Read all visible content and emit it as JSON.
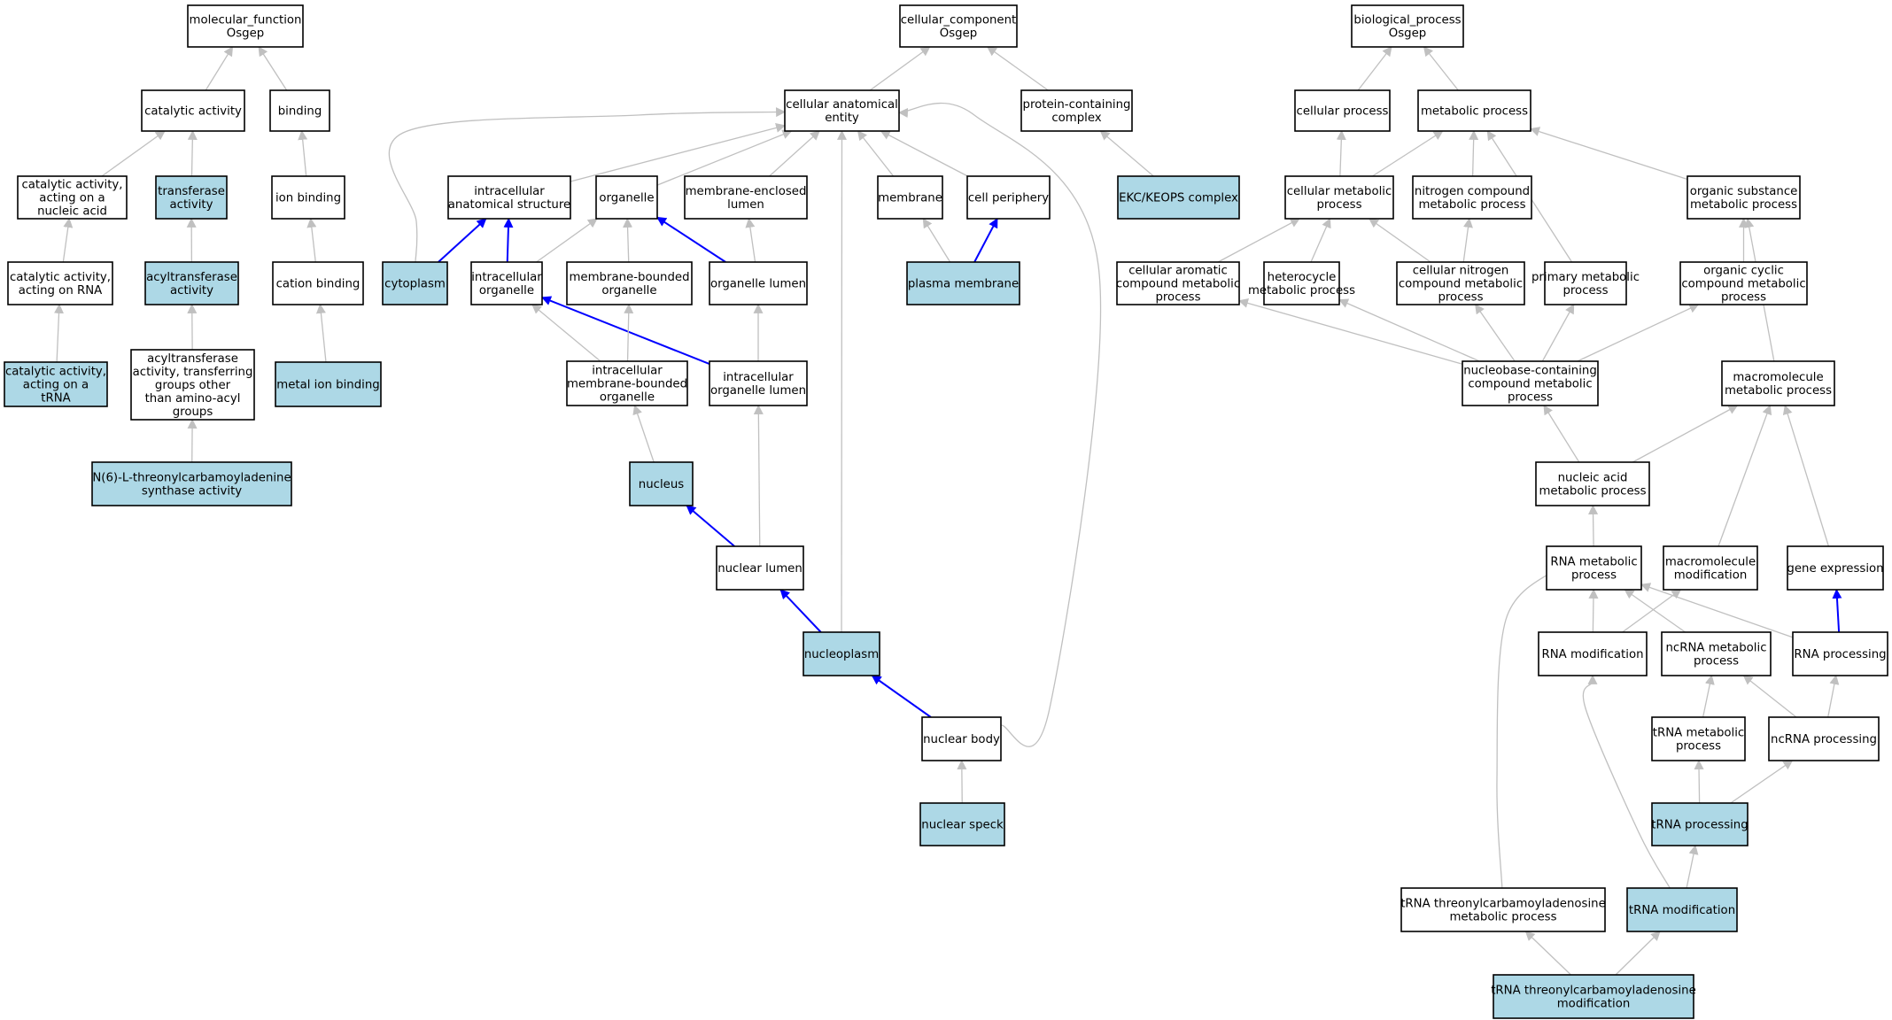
{
  "colors": {
    "highlight_fill": "#add8e6",
    "plain_fill": "#ffffff",
    "border": "#000000",
    "edge_gray": "#c0c0c0",
    "edge_blue": "#0000ff"
  },
  "nodes": [
    {
      "id": "mf_root",
      "lines": [
        "molecular_function",
        "Osgep"
      ],
      "highlight": false
    },
    {
      "id": "catalytic_activity",
      "lines": [
        "catalytic activity"
      ],
      "highlight": false
    },
    {
      "id": "binding",
      "lines": [
        "binding"
      ],
      "highlight": false
    },
    {
      "id": "cat_nucleic",
      "lines": [
        "catalytic activity,",
        "acting on a",
        "nucleic acid"
      ],
      "highlight": false
    },
    {
      "id": "transferase",
      "lines": [
        "transferase",
        "activity"
      ],
      "highlight": true
    },
    {
      "id": "ion_binding",
      "lines": [
        "ion binding"
      ],
      "highlight": false
    },
    {
      "id": "cat_rna",
      "lines": [
        "catalytic activity,",
        "acting on RNA"
      ],
      "highlight": false
    },
    {
      "id": "acyltransferase",
      "lines": [
        "acyltransferase",
        "activity"
      ],
      "highlight": true
    },
    {
      "id": "cation_binding",
      "lines": [
        "cation binding"
      ],
      "highlight": false
    },
    {
      "id": "cat_trna",
      "lines": [
        "catalytic activity,",
        "acting on a",
        "tRNA"
      ],
      "highlight": true
    },
    {
      "id": "acyl_other",
      "lines": [
        "acyltransferase",
        "activity, transferring",
        "groups other",
        "than amino-acyl",
        "groups"
      ],
      "highlight": false
    },
    {
      "id": "metal_ion",
      "lines": [
        "metal ion binding"
      ],
      "highlight": true
    },
    {
      "id": "n6_synthase",
      "lines": [
        "N(6)-L-threonylcarbamoyladenine",
        "synthase activity"
      ],
      "highlight": true
    },
    {
      "id": "cc_root",
      "lines": [
        "cellular_component",
        "Osgep"
      ],
      "highlight": false
    },
    {
      "id": "cae",
      "lines": [
        "cellular anatomical",
        "entity"
      ],
      "highlight": false
    },
    {
      "id": "pcc",
      "lines": [
        "protein-containing",
        "complex"
      ],
      "highlight": false
    },
    {
      "id": "ias",
      "lines": [
        "intracellular",
        "anatomical structure"
      ],
      "highlight": false
    },
    {
      "id": "organelle",
      "lines": [
        "organelle"
      ],
      "highlight": false
    },
    {
      "id": "mel",
      "lines": [
        "membrane-enclosed",
        "lumen"
      ],
      "highlight": false
    },
    {
      "id": "membrane",
      "lines": [
        "membrane"
      ],
      "highlight": false
    },
    {
      "id": "cell_periphery",
      "lines": [
        "cell periphery"
      ],
      "highlight": false
    },
    {
      "id": "ekc",
      "lines": [
        "EKC/KEOPS complex"
      ],
      "highlight": true
    },
    {
      "id": "cytoplasm",
      "lines": [
        "cytoplasm"
      ],
      "highlight": true
    },
    {
      "id": "io",
      "lines": [
        "intracellular",
        "organelle"
      ],
      "highlight": false
    },
    {
      "id": "mbo",
      "lines": [
        "membrane-bounded",
        "organelle"
      ],
      "highlight": false
    },
    {
      "id": "ol",
      "lines": [
        "organelle lumen"
      ],
      "highlight": false
    },
    {
      "id": "plasma_membrane",
      "lines": [
        "plasma membrane"
      ],
      "highlight": true
    },
    {
      "id": "imbo",
      "lines": [
        "intracellular",
        "membrane-bounded",
        "organelle"
      ],
      "highlight": false
    },
    {
      "id": "iol",
      "lines": [
        "intracellular",
        "organelle lumen"
      ],
      "highlight": false
    },
    {
      "id": "nucleus",
      "lines": [
        "nucleus"
      ],
      "highlight": true
    },
    {
      "id": "nuclear_lumen",
      "lines": [
        "nuclear lumen"
      ],
      "highlight": false
    },
    {
      "id": "nucleoplasm",
      "lines": [
        "nucleoplasm"
      ],
      "highlight": true
    },
    {
      "id": "nuclear_body",
      "lines": [
        "nuclear body"
      ],
      "highlight": false
    },
    {
      "id": "nuclear_speck",
      "lines": [
        "nuclear speck"
      ],
      "highlight": true
    },
    {
      "id": "bp_root",
      "lines": [
        "biological_process",
        "Osgep"
      ],
      "highlight": false
    },
    {
      "id": "cellular_process",
      "lines": [
        "cellular process"
      ],
      "highlight": false
    },
    {
      "id": "metabolic_process",
      "lines": [
        "metabolic process"
      ],
      "highlight": false
    },
    {
      "id": "cmp",
      "lines": [
        "cellular metabolic",
        "process"
      ],
      "highlight": false
    },
    {
      "id": "ncmp",
      "lines": [
        "nitrogen compound",
        "metabolic process"
      ],
      "highlight": false
    },
    {
      "id": "osmp",
      "lines": [
        "organic substance",
        "metabolic process"
      ],
      "highlight": false
    },
    {
      "id": "cacmp",
      "lines": [
        "cellular aromatic",
        "compound metabolic",
        "process"
      ],
      "highlight": false
    },
    {
      "id": "hmp",
      "lines": [
        "heterocycle",
        "metabolic process"
      ],
      "highlight": false
    },
    {
      "id": "cncmp",
      "lines": [
        "cellular nitrogen",
        "compound metabolic",
        "process"
      ],
      "highlight": false
    },
    {
      "id": "pmp",
      "lines": [
        "primary metabolic",
        "process"
      ],
      "highlight": false
    },
    {
      "id": "occmp",
      "lines": [
        "organic cyclic",
        "compound metabolic",
        "process"
      ],
      "highlight": false
    },
    {
      "id": "nbccmp",
      "lines": [
        "nucleobase-containing",
        "compound metabolic",
        "process"
      ],
      "highlight": false
    },
    {
      "id": "mmp",
      "lines": [
        "macromolecule",
        "metabolic process"
      ],
      "highlight": false
    },
    {
      "id": "namp",
      "lines": [
        "nucleic acid",
        "metabolic process"
      ],
      "highlight": false
    },
    {
      "id": "rmp",
      "lines": [
        "RNA metabolic",
        "process"
      ],
      "highlight": false
    },
    {
      "id": "mm",
      "lines": [
        "macromolecule",
        "modification"
      ],
      "highlight": false
    },
    {
      "id": "ge",
      "lines": [
        "gene expression"
      ],
      "highlight": false
    },
    {
      "id": "rm",
      "lines": [
        "RNA modification"
      ],
      "highlight": false
    },
    {
      "id": "ncrmp",
      "lines": [
        "ncRNA metabolic",
        "process"
      ],
      "highlight": false
    },
    {
      "id": "rp",
      "lines": [
        "RNA processing"
      ],
      "highlight": false
    },
    {
      "id": "trmp",
      "lines": [
        "tRNA metabolic",
        "process"
      ],
      "highlight": false
    },
    {
      "id": "ncrp",
      "lines": [
        "ncRNA processing"
      ],
      "highlight": false
    },
    {
      "id": "trp",
      "lines": [
        "tRNA processing"
      ],
      "highlight": true
    },
    {
      "id": "ttmp",
      "lines": [
        "tRNA threonylcarbamoyladenosine",
        "metabolic process"
      ],
      "highlight": false
    },
    {
      "id": "trm",
      "lines": [
        "tRNA modification"
      ],
      "highlight": true
    },
    {
      "id": "ttm",
      "lines": [
        "tRNA threonylcarbamoyladenosine",
        "modification"
      ],
      "highlight": true
    }
  ],
  "edges": [
    {
      "from": "catalytic_activity",
      "to": "mf_root",
      "kind": "is_a"
    },
    {
      "from": "binding",
      "to": "mf_root",
      "kind": "is_a"
    },
    {
      "from": "cat_nucleic",
      "to": "catalytic_activity",
      "kind": "is_a"
    },
    {
      "from": "transferase",
      "to": "catalytic_activity",
      "kind": "is_a"
    },
    {
      "from": "ion_binding",
      "to": "binding",
      "kind": "is_a"
    },
    {
      "from": "cat_rna",
      "to": "cat_nucleic",
      "kind": "is_a"
    },
    {
      "from": "acyltransferase",
      "to": "transferase",
      "kind": "is_a"
    },
    {
      "from": "cation_binding",
      "to": "ion_binding",
      "kind": "is_a"
    },
    {
      "from": "cat_trna",
      "to": "cat_rna",
      "kind": "is_a"
    },
    {
      "from": "acyl_other",
      "to": "acyltransferase",
      "kind": "is_a"
    },
    {
      "from": "metal_ion",
      "to": "cation_binding",
      "kind": "is_a"
    },
    {
      "from": "n6_synthase",
      "to": "acyl_other",
      "kind": "is_a"
    },
    {
      "from": "cae",
      "to": "cc_root",
      "kind": "is_a"
    },
    {
      "from": "pcc",
      "to": "cc_root",
      "kind": "is_a"
    },
    {
      "from": "ias",
      "to": "cae",
      "kind": "is_a"
    },
    {
      "from": "organelle",
      "to": "cae",
      "kind": "is_a"
    },
    {
      "from": "mel",
      "to": "cae",
      "kind": "is_a"
    },
    {
      "from": "membrane",
      "to": "cae",
      "kind": "is_a"
    },
    {
      "from": "cell_periphery",
      "to": "cae",
      "kind": "is_a"
    },
    {
      "from": "cytoplasm",
      "to": "cae",
      "kind": "is_a"
    },
    {
      "from": "nucleoplasm",
      "to": "cae",
      "kind": "is_a"
    },
    {
      "from": "nuclear_body",
      "to": "cae",
      "kind": "is_a"
    },
    {
      "from": "ekc",
      "to": "pcc",
      "kind": "is_a"
    },
    {
      "from": "cytoplasm",
      "to": "ias",
      "kind": "part_of"
    },
    {
      "from": "io",
      "to": "ias",
      "kind": "part_of"
    },
    {
      "from": "io",
      "to": "organelle",
      "kind": "is_a"
    },
    {
      "from": "mbo",
      "to": "organelle",
      "kind": "is_a"
    },
    {
      "from": "ol",
      "to": "organelle",
      "kind": "part_of"
    },
    {
      "from": "ol",
      "to": "mel",
      "kind": "is_a"
    },
    {
      "from": "plasma_membrane",
      "to": "membrane",
      "kind": "is_a"
    },
    {
      "from": "plasma_membrane",
      "to": "cell_periphery",
      "kind": "part_of"
    },
    {
      "from": "imbo",
      "to": "io",
      "kind": "is_a"
    },
    {
      "from": "iol",
      "to": "io",
      "kind": "part_of"
    },
    {
      "from": "imbo",
      "to": "mbo",
      "kind": "is_a"
    },
    {
      "from": "iol",
      "to": "ol",
      "kind": "is_a"
    },
    {
      "from": "nucleus",
      "to": "imbo",
      "kind": "is_a"
    },
    {
      "from": "nuclear_lumen",
      "to": "iol",
      "kind": "is_a"
    },
    {
      "from": "nuclear_lumen",
      "to": "nucleus",
      "kind": "part_of"
    },
    {
      "from": "nucleoplasm",
      "to": "nuclear_lumen",
      "kind": "part_of"
    },
    {
      "from": "nuclear_body",
      "to": "nucleoplasm",
      "kind": "part_of"
    },
    {
      "from": "nuclear_speck",
      "to": "nuclear_body",
      "kind": "is_a"
    },
    {
      "from": "cellular_process",
      "to": "bp_root",
      "kind": "is_a"
    },
    {
      "from": "metabolic_process",
      "to": "bp_root",
      "kind": "is_a"
    },
    {
      "from": "cmp",
      "to": "cellular_process",
      "kind": "is_a"
    },
    {
      "from": "cmp",
      "to": "metabolic_process",
      "kind": "is_a"
    },
    {
      "from": "ncmp",
      "to": "metabolic_process",
      "kind": "is_a"
    },
    {
      "from": "osmp",
      "to": "metabolic_process",
      "kind": "is_a"
    },
    {
      "from": "pmp",
      "to": "metabolic_process",
      "kind": "is_a"
    },
    {
      "from": "cacmp",
      "to": "cmp",
      "kind": "is_a"
    },
    {
      "from": "hmp",
      "to": "cmp",
      "kind": "is_a"
    },
    {
      "from": "cncmp",
      "to": "cmp",
      "kind": "is_a"
    },
    {
      "from": "cncmp",
      "to": "ncmp",
      "kind": "is_a"
    },
    {
      "from": "occmp",
      "to": "osmp",
      "kind": "is_a"
    },
    {
      "from": "mmp",
      "to": "osmp",
      "kind": "is_a"
    },
    {
      "from": "nbccmp",
      "to": "cacmp",
      "kind": "is_a"
    },
    {
      "from": "nbccmp",
      "to": "hmp",
      "kind": "is_a"
    },
    {
      "from": "nbccmp",
      "to": "cncmp",
      "kind": "is_a"
    },
    {
      "from": "nbccmp",
      "to": "pmp",
      "kind": "is_a"
    },
    {
      "from": "nbccmp",
      "to": "occmp",
      "kind": "is_a"
    },
    {
      "from": "namp",
      "to": "nbccmp",
      "kind": "is_a"
    },
    {
      "from": "namp",
      "to": "mmp",
      "kind": "is_a"
    },
    {
      "from": "mm",
      "to": "mmp",
      "kind": "is_a"
    },
    {
      "from": "ge",
      "to": "mmp",
      "kind": "is_a"
    },
    {
      "from": "rmp",
      "to": "namp",
      "kind": "is_a"
    },
    {
      "from": "rm",
      "to": "rmp",
      "kind": "is_a"
    },
    {
      "from": "rm",
      "to": "mm",
      "kind": "is_a"
    },
    {
      "from": "ncrmp",
      "to": "rmp",
      "kind": "is_a"
    },
    {
      "from": "rp",
      "to": "rmp",
      "kind": "is_a"
    },
    {
      "from": "ttmp",
      "to": "rmp",
      "kind": "is_a"
    },
    {
      "from": "rp",
      "to": "ge",
      "kind": "part_of"
    },
    {
      "from": "trmp",
      "to": "ncrmp",
      "kind": "is_a"
    },
    {
      "from": "ncrp",
      "to": "ncrmp",
      "kind": "is_a"
    },
    {
      "from": "ncrp",
      "to": "rp",
      "kind": "is_a"
    },
    {
      "from": "trp",
      "to": "trmp",
      "kind": "is_a"
    },
    {
      "from": "trp",
      "to": "ncrp",
      "kind": "is_a"
    },
    {
      "from": "trm",
      "to": "rm",
      "kind": "is_a"
    },
    {
      "from": "trm",
      "to": "trp",
      "kind": "is_a"
    },
    {
      "from": "ttm",
      "to": "ttmp",
      "kind": "is_a"
    },
    {
      "from": "ttm",
      "to": "trm",
      "kind": "is_a"
    }
  ]
}
